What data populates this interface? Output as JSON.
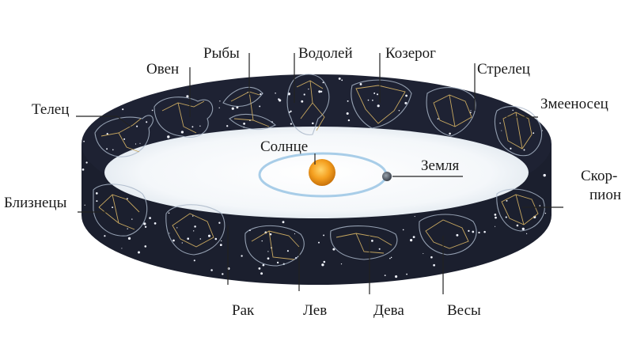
{
  "diagram": {
    "center": {
      "label": "Солнце",
      "color": "#f5a020"
    },
    "planet": {
      "label": "Земля"
    },
    "upper_constellations": [
      {
        "id": "telec",
        "label": "Телец"
      },
      {
        "id": "oven",
        "label": "Овен"
      },
      {
        "id": "ryby",
        "label": "Рыбы"
      },
      {
        "id": "vodoley",
        "label": "Водолей"
      },
      {
        "id": "kozerog",
        "label": "Козерог"
      },
      {
        "id": "strelec",
        "label": "Стрелец"
      },
      {
        "id": "zmeenosec",
        "label": "Змееносец"
      }
    ],
    "lower_constellations": [
      {
        "id": "bliznecy",
        "label": "Близнецы"
      },
      {
        "id": "rak",
        "label": "Рак"
      },
      {
        "id": "lev",
        "label": "Лев"
      },
      {
        "id": "deva",
        "label": "Дева"
      },
      {
        "id": "vesy",
        "label": "Весы"
      },
      {
        "id": "skorpion",
        "label_line1": "Скор-",
        "label_line2": "пион"
      }
    ],
    "colors": {
      "band": "#1b1f2e",
      "band_inner": "#23283a",
      "orbit": "#a8cde8",
      "inner_glow": "#e6eef5"
    }
  }
}
